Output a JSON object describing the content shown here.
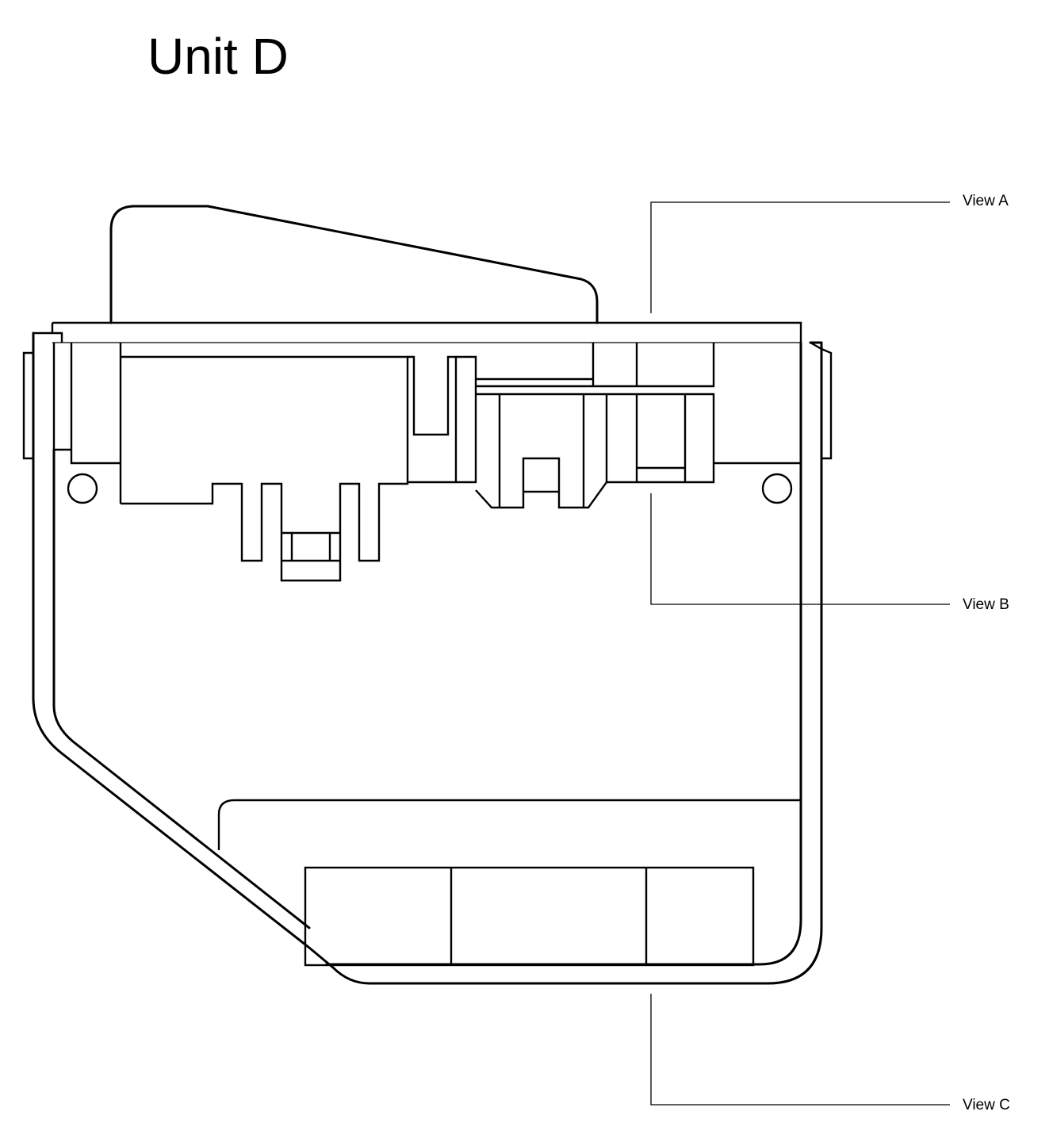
{
  "title": "Unit D",
  "callouts": {
    "view_a": "View A",
    "view_b": "View B",
    "view_c": "View C"
  },
  "colors": {
    "line": "#000000",
    "background": "#ffffff"
  }
}
